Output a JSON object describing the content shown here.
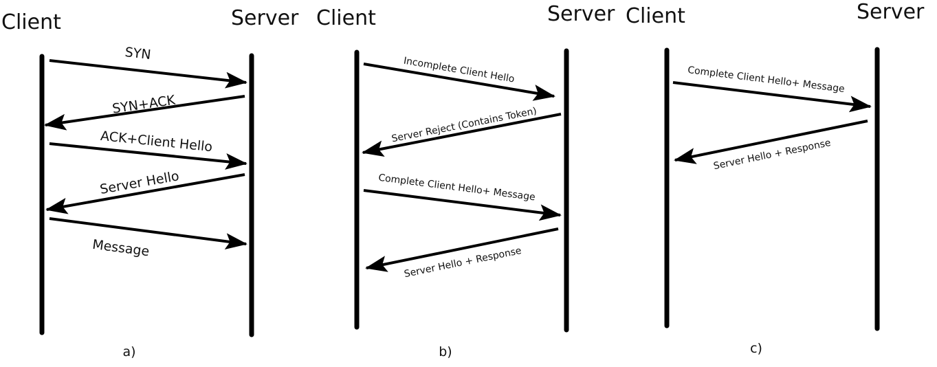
{
  "colors": {
    "background": "#ffffff",
    "ink": "#000000",
    "text": "#111111"
  },
  "diagrams": [
    {
      "id": "a",
      "caption": "a)",
      "left_label": "Client",
      "right_label": "Server",
      "messages": [
        {
          "text": "SYN",
          "direction": "client-to-server"
        },
        {
          "text": "SYN+ACK",
          "direction": "server-to-client"
        },
        {
          "text": "ACK+Client Hello",
          "direction": "client-to-server"
        },
        {
          "text": "Server Hello",
          "direction": "server-to-client"
        },
        {
          "text": "Message",
          "direction": "client-to-server"
        }
      ]
    },
    {
      "id": "b",
      "caption": "b)",
      "left_label": "Client",
      "right_label": "Server",
      "messages": [
        {
          "text": "Incomplete Client Hello",
          "direction": "client-to-server"
        },
        {
          "text": "Server Reject (Contains Token)",
          "direction": "server-to-client"
        },
        {
          "text": "Complete Client Hello+ Message",
          "direction": "client-to-server"
        },
        {
          "text": "Server Hello + Response",
          "direction": "server-to-client"
        }
      ]
    },
    {
      "id": "c",
      "caption": "c)",
      "left_label": "Client",
      "right_label": "Server",
      "messages": [
        {
          "text": "Complete Client Hello+ Message",
          "direction": "client-to-server"
        },
        {
          "text": "Server Hello + Response",
          "direction": "server-to-client"
        }
      ]
    }
  ]
}
